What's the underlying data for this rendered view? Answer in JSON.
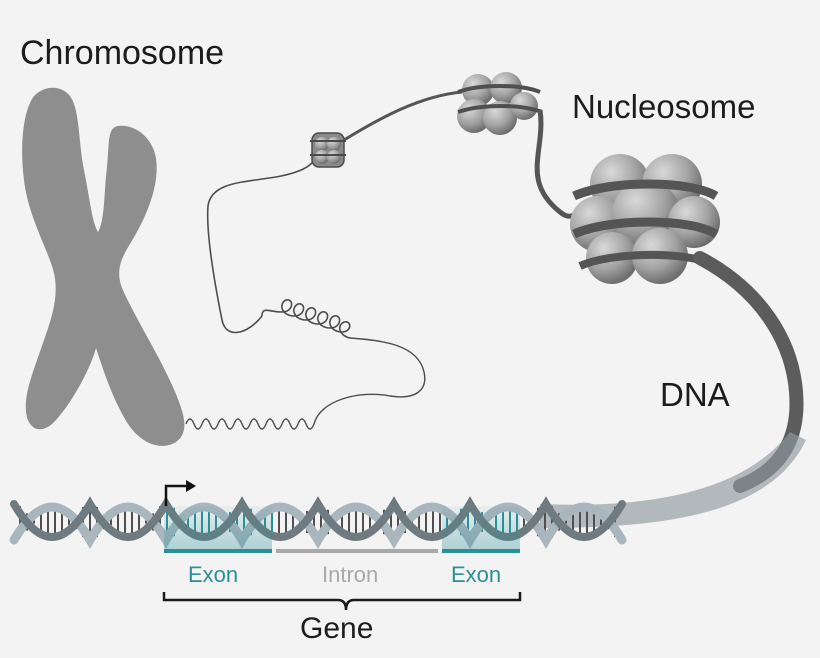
{
  "labels": {
    "chromosome": "Chromosome",
    "nucleosome": "Nucleosome",
    "dna": "DNA",
    "exon_1": "Exon",
    "intron": "Intron",
    "exon_2": "Exon",
    "gene": "Gene"
  },
  "colors": {
    "background": "#f3f3f3",
    "chromosome": "#8e8e8e",
    "strand": "#5a5a5a",
    "histone": "#9c9c9c",
    "dna_backbone": "#a9b6bd",
    "exon": "#2b8f99",
    "intron": "#a9a9a9",
    "label": "#1c1c1c",
    "bracket": "#1a1a1a"
  }
}
